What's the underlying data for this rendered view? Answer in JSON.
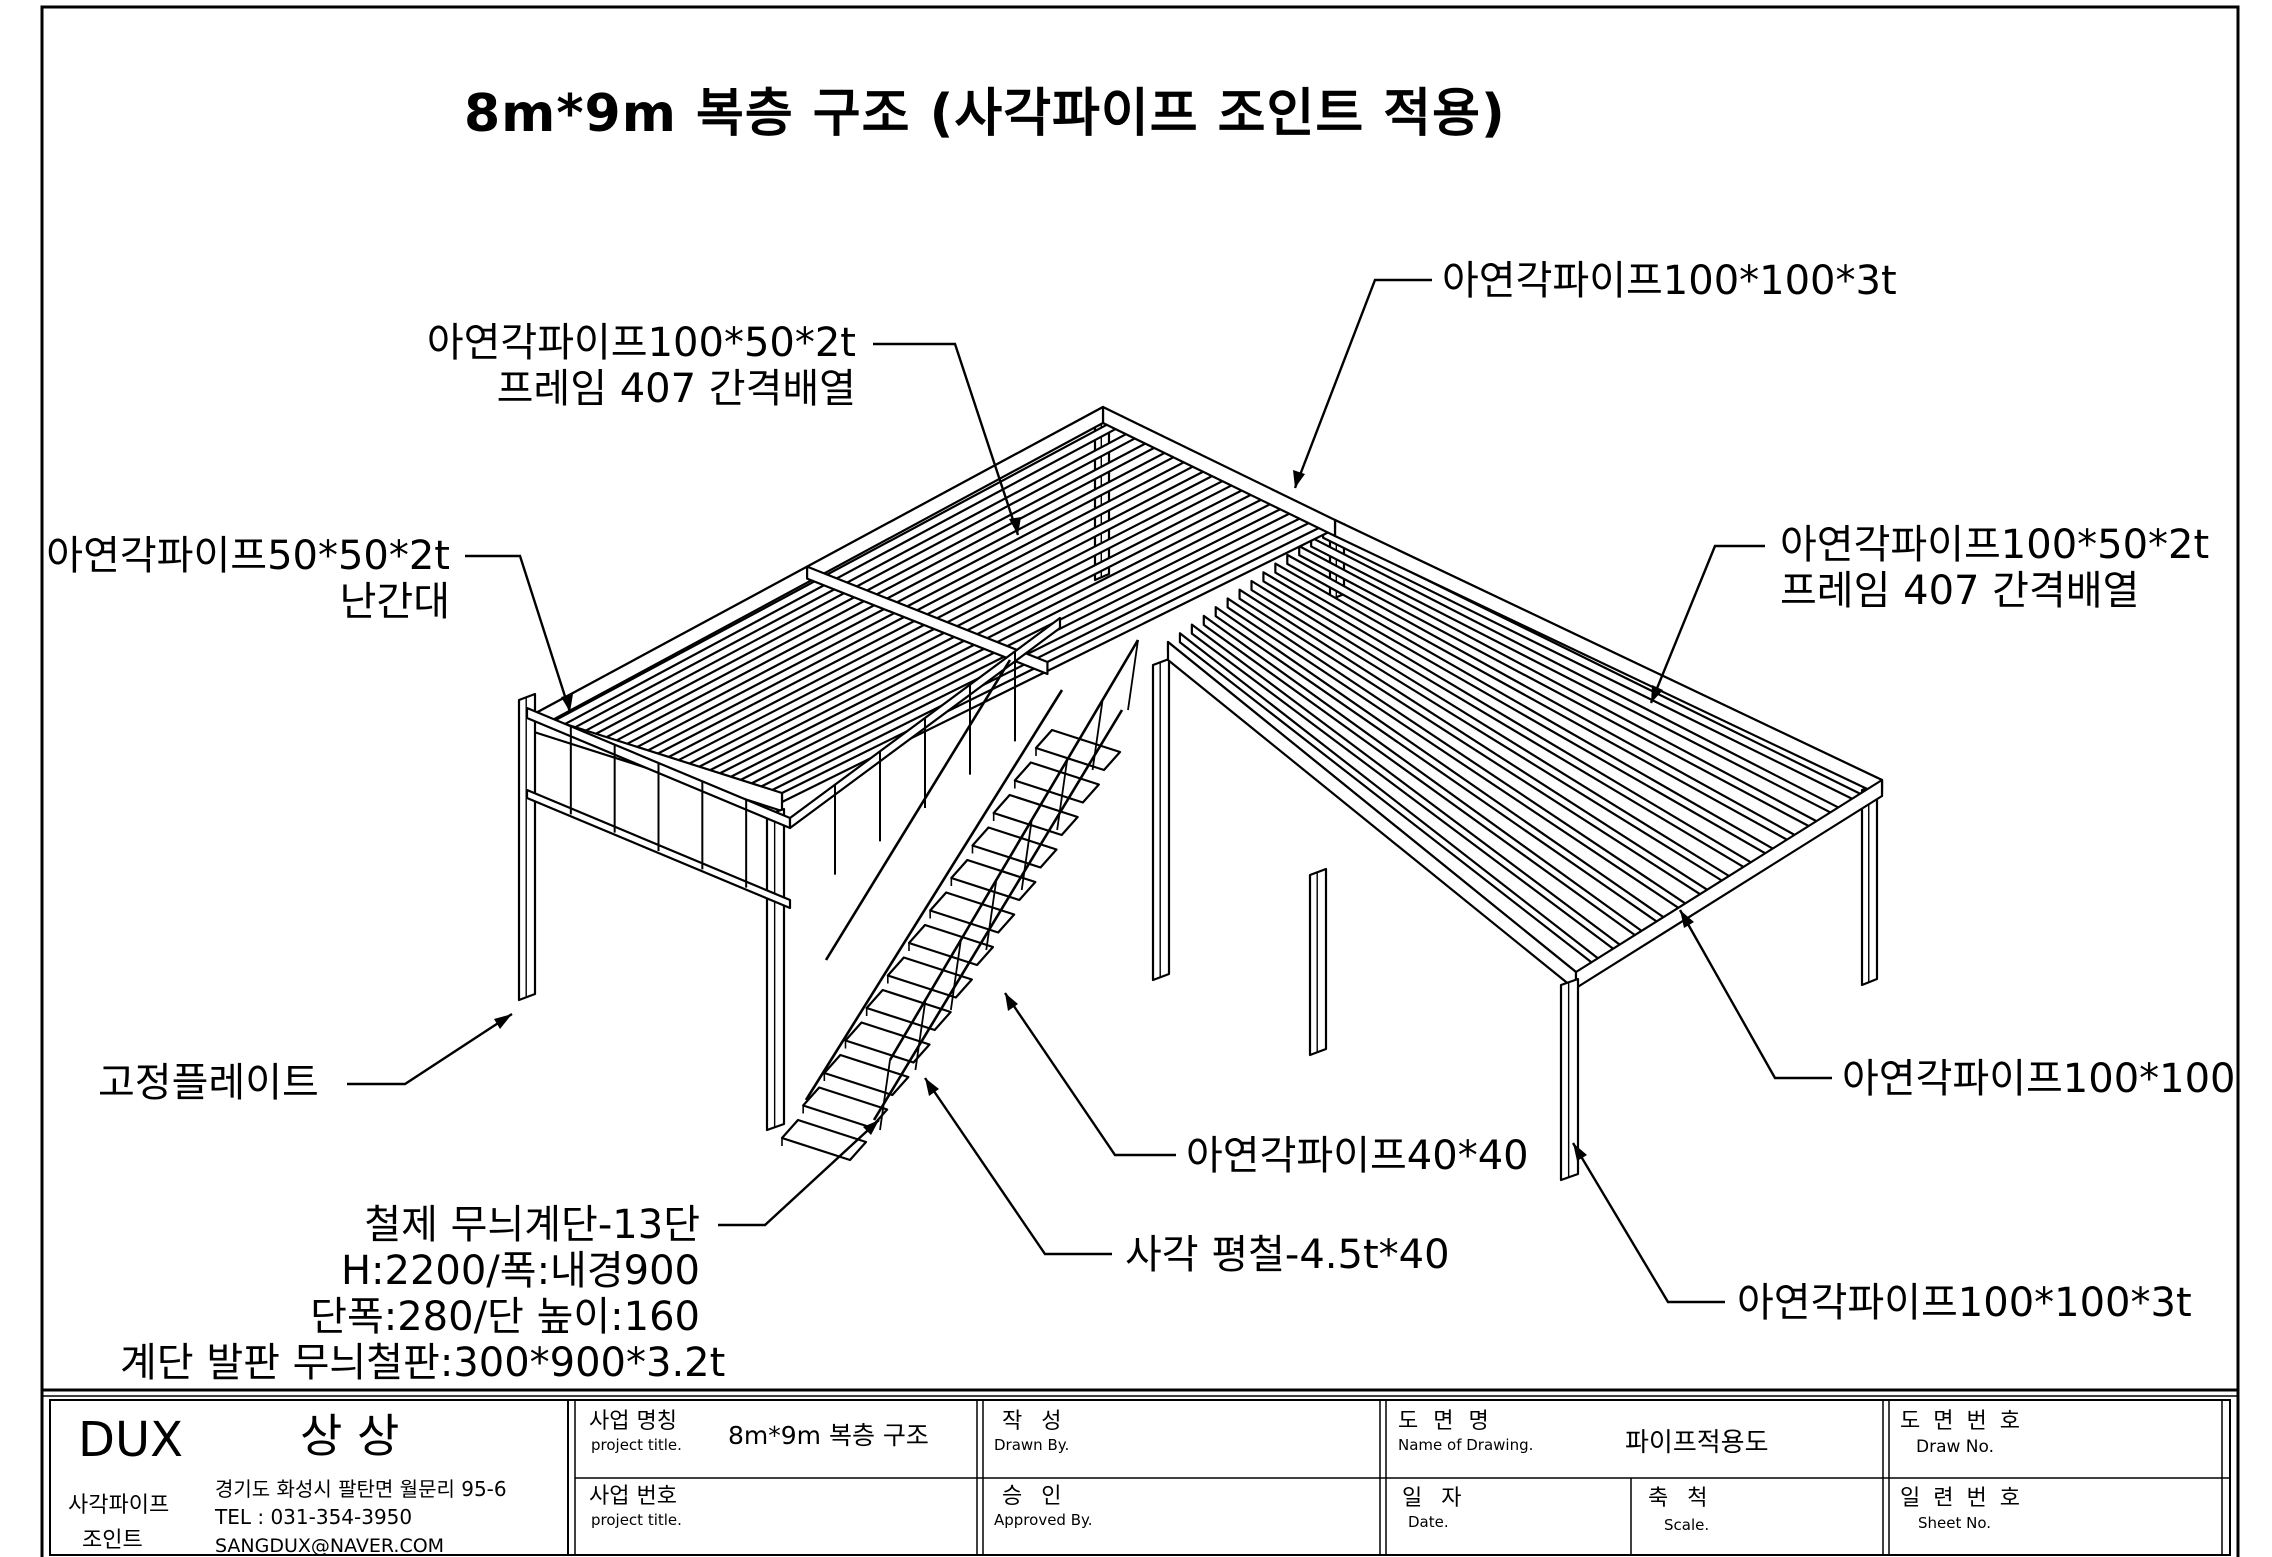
{
  "drawing": {
    "title": "8m*9m 복층 구조 (사각파이프 조인트 적용)",
    "callouts": {
      "top_beam": "아연각파이프100*100*3t",
      "joist_left": [
        "아연각파이프100*50*2t",
        "프레임 407 간격배열"
      ],
      "joist_right": [
        "아연각파이프100*50*2t",
        "프레임 407 간격배열"
      ],
      "railing": [
        "아연각파이프50*50*2t",
        "난간대"
      ],
      "base_plate": "고정플레이트",
      "stair": [
        "철제 무늬계단-13단",
        "H:2200/폭:내경900",
        "단폭:280/단 높이:160",
        "계단 발판 무늬철판:300*900*3.2t"
      ],
      "stair_frame": "아연각파이프40*40",
      "flat_bar": "사각 평철-4.5t*40",
      "edge_beam": "아연각파이프100*100",
      "column": "아연각파이프100*100*3t"
    }
  },
  "title_block": {
    "company": {
      "logo": "DUX",
      "name": "상 상",
      "sub_line1": "사각파이프",
      "sub_line2": "조인트",
      "address": "경기도 화성시 팔탄면 월문리 95-6",
      "tel": "TEL : 031-354-3950",
      "email": "SANGDUX@NAVER.COM"
    },
    "project_name": {
      "label": "사업 명칭",
      "label_en": "project title.",
      "value": "8m*9m 복층 구조"
    },
    "project_number": {
      "label": "사업 번호",
      "label_en": "project title.",
      "value": ""
    },
    "drawn_by": {
      "label": "작 성",
      "label_en": "Drawn By.",
      "value": ""
    },
    "approved_by": {
      "label": "승 인",
      "label_en": "Approved By.",
      "value": ""
    },
    "drawing_name": {
      "label": "도 면 명",
      "label_en": "Name of Drawing.",
      "value": "파이프적용도"
    },
    "date": {
      "label": "일 자",
      "label_en": "Date.",
      "value": ""
    },
    "scale": {
      "label": "축 척",
      "label_en": "Scale.",
      "value": ""
    },
    "drawing_no": {
      "label": "도 면 번 호",
      "label_en": "Draw No.",
      "value": ""
    },
    "sheet_no": {
      "label": "일 련 번 호",
      "label_en": "Sheet No.",
      "value": ""
    }
  }
}
